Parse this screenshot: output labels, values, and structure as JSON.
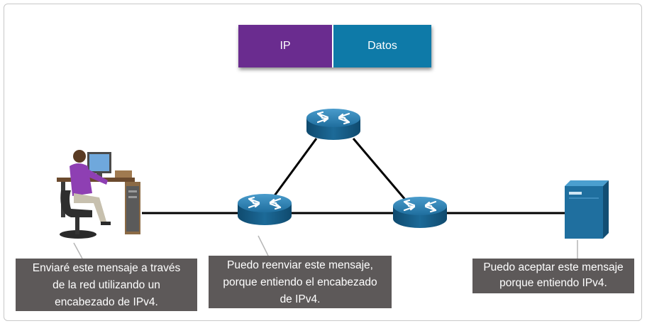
{
  "header": {
    "ip_label": "IP",
    "data_label": "Datos",
    "ip_color": "#6a2c8f",
    "data_color": "#0e7aa8"
  },
  "callouts": {
    "sender": "Enviaré este mensaje a través\nde la red utilizando un\nencabezado de IPv4.",
    "router": "Puedo reenviar este mensaje,\nporque entiendo el encabezado\nde IPv4.",
    "receiver": "Puedo aceptar este mensaje\nporque entiendo IPv4."
  },
  "icons": {
    "sender": "user-workstation-icon",
    "routers": [
      "router-icon",
      "router-icon",
      "router-icon"
    ],
    "receiver": "server-icon"
  },
  "colors": {
    "router_top": "#2a7fb0",
    "router_side": "#15587f",
    "server": "#1f6f9f",
    "link": "#000000",
    "callout_bg": "#5d5959"
  }
}
